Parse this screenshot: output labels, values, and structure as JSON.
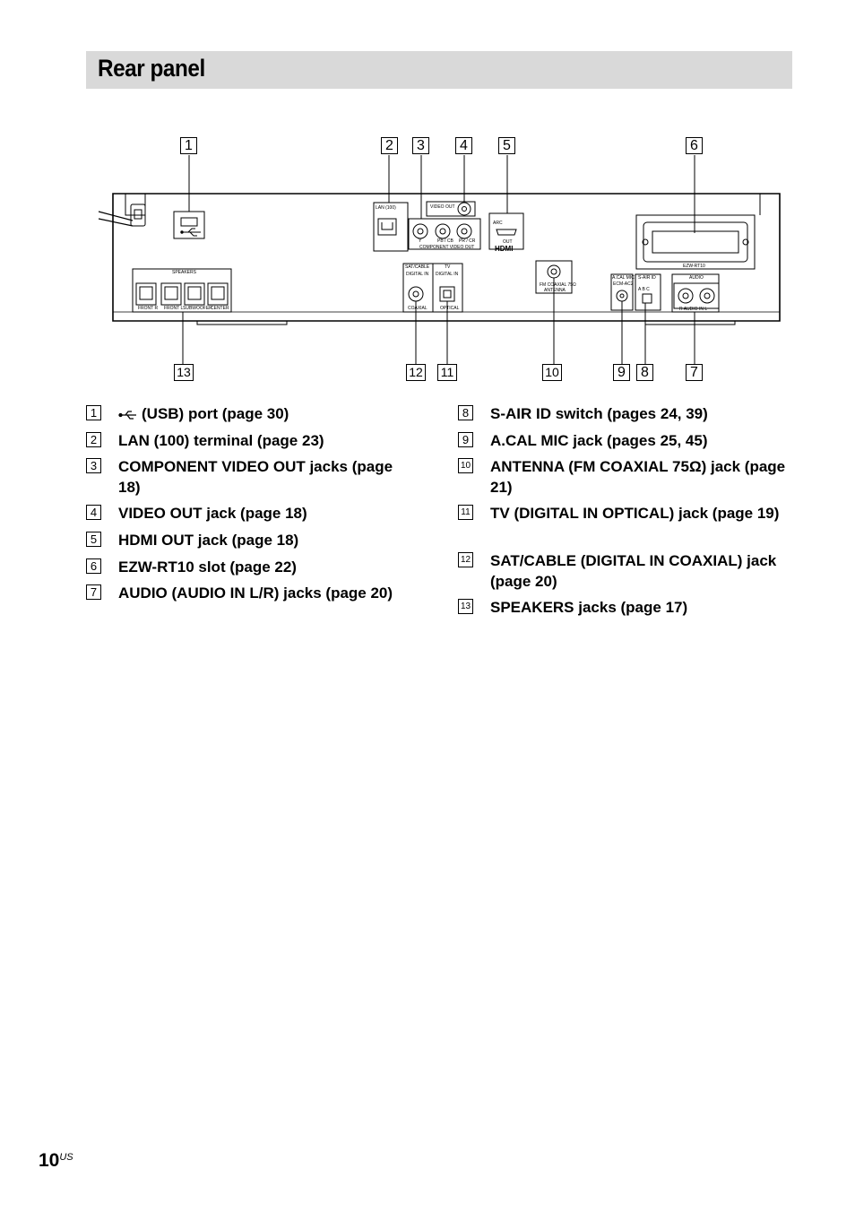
{
  "header": {
    "title": "Rear panel"
  },
  "figure": {
    "callouts_top": [
      "1",
      "2",
      "3",
      "4",
      "5",
      "6"
    ],
    "callouts_bottom": [
      "13",
      "12",
      "11",
      "10",
      "9",
      "8",
      "7"
    ],
    "panel_labels": {
      "lan": "LAN (100)",
      "video_out": "VIDEO OUT",
      "component": "COMPONENT VIDEO OUT",
      "comp_y": "Y",
      "comp_pb": "PB / CB",
      "comp_pr": "PR / CR",
      "arc": "ARC",
      "hdmi_out": "OUT",
      "hdmi_logo": "HDMI",
      "ezw": "EZW-RT10",
      "speakers": "SPEAKERS",
      "front_r": "FRONT R",
      "front_l": "FRONT L",
      "subwoofer": "SUBWOOFER",
      "center": "CENTER",
      "sat_cable": "SAT/CABLE",
      "tv": "TV",
      "digital_in_1": "DIGITAL IN",
      "digital_in_2": "DIGITAL IN",
      "coaxial": "COAXIAL",
      "optical": "OPTICAL",
      "fm": "FM  COAXIAL  75Ω",
      "antenna": "ANTENNA",
      "acal": "A.CAL MIC",
      "ecm": "ECM-AC2",
      "sair": "S-AIR ID",
      "abc": "A  B  C",
      "audio": "AUDIO",
      "audio_in": "R  AUDIO IN  L"
    }
  },
  "left_items": [
    {
      "num": "1",
      "text": "(USB) port (page 30)",
      "icon": "usb-icon"
    },
    {
      "num": "2",
      "text": "LAN (100) terminal (page 23)"
    },
    {
      "num": "3",
      "text": "COMPONENT VIDEO OUT jacks (page 18)"
    },
    {
      "num": "4",
      "text": "VIDEO OUT jack (page 18)"
    },
    {
      "num": "5",
      "text": "HDMI OUT jack (page 18)"
    },
    {
      "num": "6",
      "text": "EZW-RT10 slot (page 22)"
    },
    {
      "num": "7",
      "text": "AUDIO (AUDIO IN L/R) jacks (page 20)"
    }
  ],
  "right_items": [
    {
      "num": "8",
      "text": "S-AIR ID switch (pages 24, 39)"
    },
    {
      "num": "9",
      "text": "A.CAL MIC jack (pages 25, 45)"
    },
    {
      "num": "10",
      "text": "ANTENNA (FM COAXIAL 75Ω) jack (page 21)"
    },
    {
      "num": "11",
      "text": "TV (DIGITAL IN OPTICAL) jack (page 19)"
    },
    {
      "num": "12",
      "text": "SAT/CABLE (DIGITAL IN COAXIAL) jack (page 20)"
    },
    {
      "num": "13",
      "text": "SPEAKERS jacks (page 17)"
    }
  ],
  "footer": {
    "page": "10",
    "suffix": "US"
  }
}
